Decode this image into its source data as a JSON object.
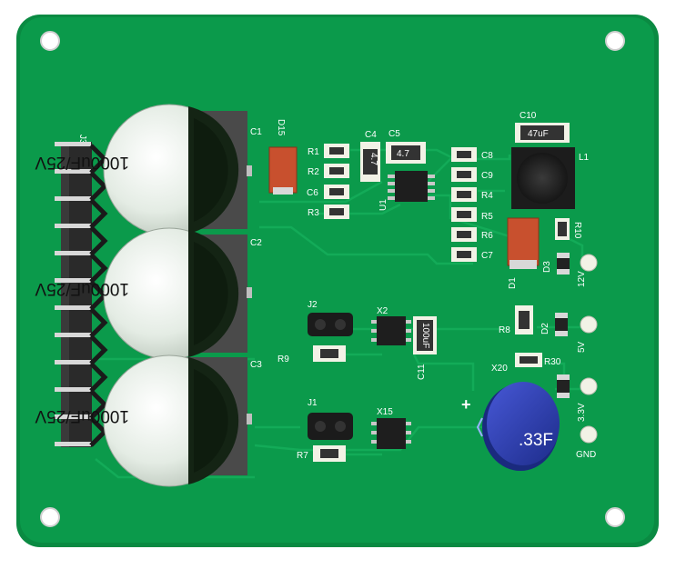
{
  "board": {
    "colors": {
      "board": "#0b9a4b",
      "board_edge": "#0a8a42",
      "trace": "#13ab58",
      "silkscreen": "#ffffff",
      "pad": "#f2f2e6",
      "supercap": "#2b3fb4",
      "tantalum": "#c8502e"
    }
  },
  "labels": {
    "j3": "J3",
    "c1": "C1",
    "c2": "C2",
    "c3": "C3",
    "d15": "D15",
    "r1": "R1",
    "r2": "R2",
    "c6": "C6",
    "r3": "R3",
    "c4": "C4",
    "c5": "C5",
    "u1": "U1",
    "c8": "C8",
    "c9": "C9",
    "r4": "R4",
    "r5": "R5",
    "r6": "R6",
    "c7": "C7",
    "c10": "C10",
    "l1": "L1",
    "r10": "R10",
    "d3": "D3",
    "d1": "D1",
    "j2": "J2",
    "x2": "X2",
    "c11": "C11",
    "r9": "R9",
    "r8": "R8",
    "d2": "D2",
    "j1": "J1",
    "x15": "X15",
    "r7": "R7",
    "x20": "X20",
    "r30": "R30",
    "v12": "12V",
    "v5": "5V",
    "v33": "3.3V",
    "gnd": "GND"
  },
  "components": {
    "cap_value": "1000uF/25V",
    "c4_value": "4.7",
    "c5_value": "4.7",
    "c10_value": "47uF",
    "c11_value": "100uF",
    "supercap_value": ".33F",
    "supercap_polarity": "+"
  },
  "icons": [
    "mounting-hole-icon",
    "power-terminal-icon"
  ]
}
